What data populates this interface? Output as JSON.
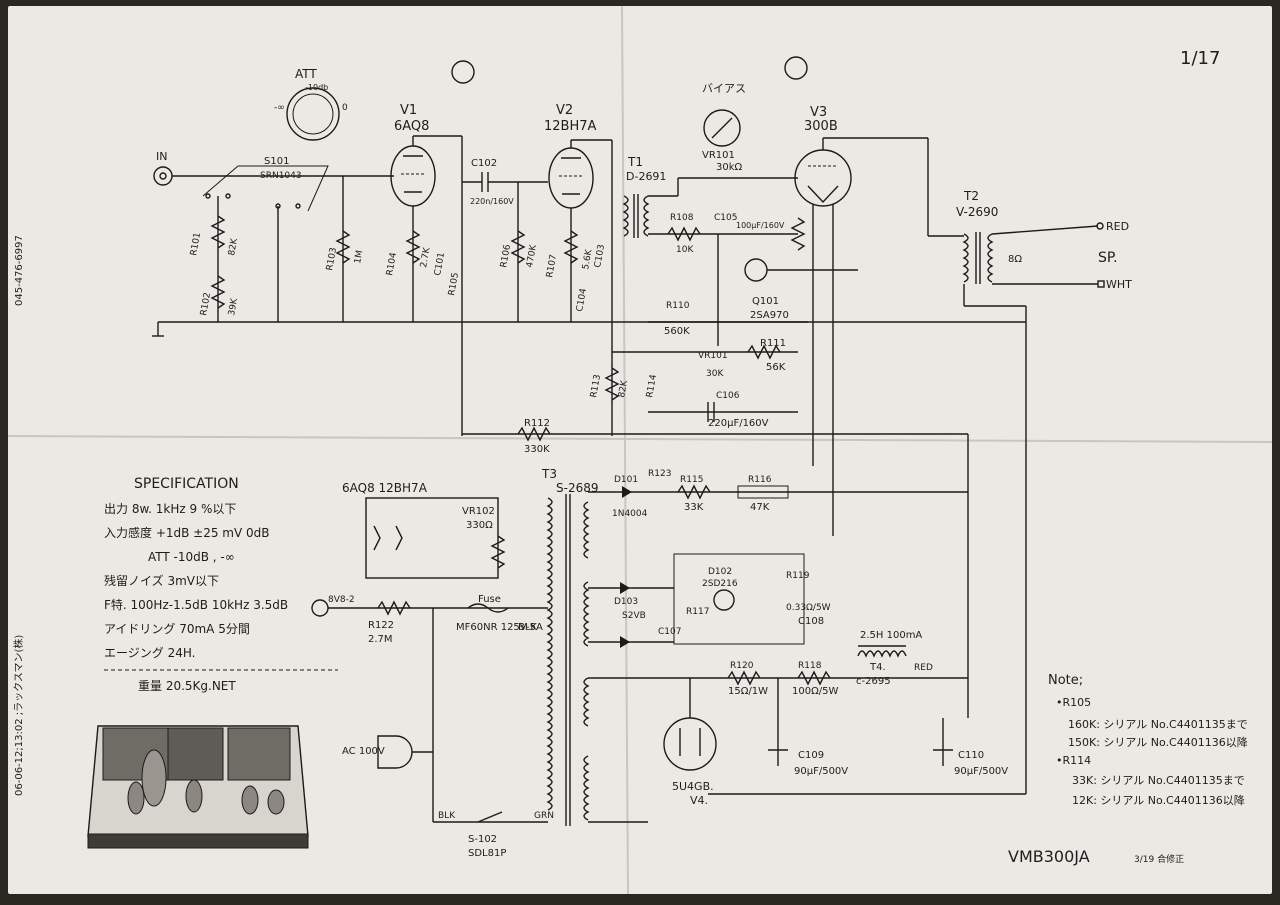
{
  "sheet": {
    "page_number": "1/17",
    "model": "VMB300JA",
    "date_note": "3/19 合修正",
    "side_stamp_top": "045-476-6997",
    "side_stamp_bottom": "06-06-12;13:02 ;ラックスマン(株)"
  },
  "labels": {
    "att_name": "ATT",
    "att_min": "-∞",
    "att_max": "-10db",
    "att_zero": "0",
    "in": "IN",
    "s101": "S101",
    "s101_type": "SRN1043",
    "v1_name": "V1",
    "v1_type": "6AQ8",
    "v2_name": "V2",
    "v2_type": "12BH7A",
    "v3_name": "V3",
    "v3_type": "300B",
    "v4_name": "V4.",
    "v4_type": "5U4GB.",
    "bias": "バイアス",
    "vr101": "VR101",
    "vr101_val": "30kΩ",
    "t1_name": "T1",
    "t1_type": "D-2691",
    "t2_name": "T2",
    "t2_type": "V-2690",
    "t3_name": "T3",
    "t3_type": "S-2689",
    "t4_name": "T4.",
    "t4_type": "c-2695",
    "c102": "C102",
    "c102_val": "220n/160V",
    "r101": "R101",
    "r101_val": "82K",
    "r102": "R102",
    "r102_val": "39K",
    "r103": "R103",
    "r103_val": "1M",
    "r104": "R104",
    "r104_val": "2.7K",
    "c101": "C101",
    "r105": "R105",
    "r106": "R106",
    "r106_val": "470K",
    "r107": "R107",
    "r107_val": "5.6K",
    "c103": "C103",
    "c104": "C104",
    "r108": "R108",
    "r108_val": "10K",
    "c105": "C105",
    "c105_val": "100μF/160V",
    "r110": "R110",
    "r110_val": "560K",
    "q101": "Q101",
    "q101_type": "2SA970",
    "r111": "R111",
    "r111_val": "56K",
    "vr101b": "VR101",
    "vr101b_val": "30K",
    "r113": "R113",
    "r113_val": "82K",
    "r114": "R114",
    "c106": "C106",
    "c106_val": "220μF/160V",
    "r112": "R112",
    "r112_val": "330K",
    "red": "RED",
    "wht": "WHT",
    "sp": "SP.",
    "ohm": "8Ω",
    "r123": "R123",
    "d101": "D101",
    "d101_type": "1N4004",
    "r115": "R115",
    "r115_val": "33K",
    "r116": "R116",
    "r116_val": "47K",
    "vr102": "VR102",
    "vr102_val": "330Ω",
    "tube_pair": "6AQ8 12BH7A",
    "d102": "D102",
    "d102_type": "2SD216",
    "r119": "R119",
    "r119_val": "0.33Ω/5W",
    "c108": "C108",
    "d103": "D103",
    "s2vb": "S2VB",
    "c107": "C107",
    "r117": "R117",
    "r118": "R118",
    "r118_val": "100Ω/5W",
    "r120": "R120",
    "r120_val": "15Ω/1W",
    "c109": "C109",
    "c109_val": "90μF/500V",
    "c110": "C110",
    "c110_val": "90μF/500V",
    "choke": "2.5H 100mA",
    "fuse": "Fuse",
    "fuse_type": "MF60NR 125V-5A",
    "r122": "R122",
    "r122_val": "2.7M",
    "lamp": "8V8-2",
    "ac": "AC 100V",
    "s102": "S-102",
    "s102_type": "SDL81P",
    "blk": "BLK",
    "grn": "GRN"
  },
  "specification": {
    "title": "SPECIFICATION",
    "lines": [
      "出力  8w. 1kHz   9 %以下",
      "入力感度  +1dB ±25 mV  0dB",
      "ATT -10dB , -∞",
      "残留ノイズ  3mV以下",
      "F特.  100Hz-1.5dB  10kHz 3.5dB",
      "アイドリング  70mA   5分間",
      "エージング  24H.",
      "重量  20.5Kg.NET"
    ]
  },
  "notes": {
    "title": "Note;",
    "lines": [
      "•R105",
      "160K: シリアル No.C4401135まで",
      "150K: シリアル No.C4401136以降",
      "•R114",
      "33K: シリアル No.C4401135まで",
      "12K: シリアル No.C4401136以降"
    ]
  }
}
